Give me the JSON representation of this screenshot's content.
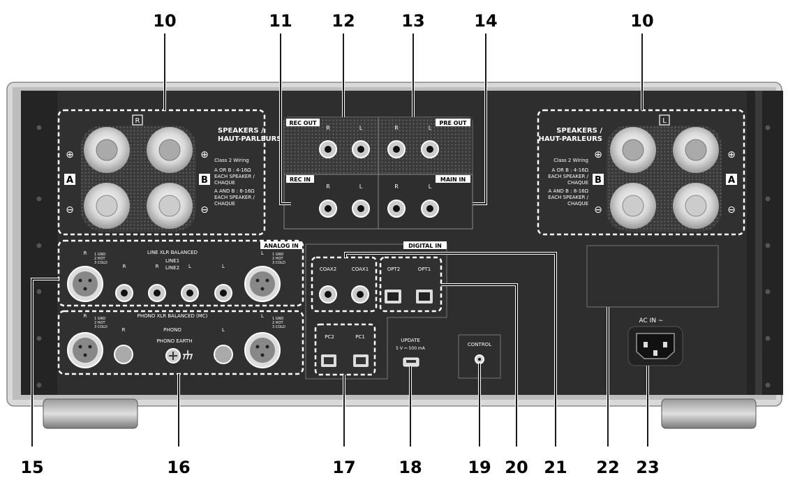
{
  "callouts": {
    "n10_left": "10",
    "n11": "11",
    "n12": "12",
    "n13": "13",
    "n14": "14",
    "n10_right": "10",
    "n15": "15",
    "n16": "16",
    "n17": "17",
    "n18": "18",
    "n19": "19",
    "n20": "20",
    "n21": "21",
    "n22": "22",
    "n23": "23"
  },
  "speakers": {
    "title1": "SPEAKERS /",
    "title2": "HAUT-PARLEURS",
    "wiring": "Class 2 Wiring",
    "aorb1": "A OR B : 4-16Ω",
    "aorb2": "EACH SPEAKER /",
    "aorb3": "CHAQUE",
    "aandb1": "A AND B : 8-16Ω",
    "aandb2": "EACH SPEAKER /",
    "aandb3": "CHAQUE",
    "channel_r": "R",
    "channel_l": "L",
    "terminal_a": "A",
    "terminal_b": "B",
    "plus": "⊕",
    "minus": "⊖"
  },
  "rec_pre": {
    "rec_out": "REC OUT",
    "pre_out": "PRE OUT",
    "rec_in": "REC IN",
    "main_in": "MAIN IN",
    "r": "R",
    "l": "L"
  },
  "analog_in": {
    "title": "ANALOG IN",
    "xlr_title": "LINE XLR BALANCED",
    "line1": "LINE1",
    "line2": "LINE2",
    "pin1": "1 GND",
    "pin2": "2 HOT",
    "pin3": "3 COLD",
    "r": "R",
    "l": "L"
  },
  "phono": {
    "xlr_title": "PHONO XLR BALANCED (MC)",
    "phono": "PHONO",
    "earth": "PHONO EARTH",
    "r": "R",
    "l": "L"
  },
  "digital_in": {
    "title": "DIGITAL IN",
    "coax2": "COAX2",
    "coax1": "COAX1",
    "opt2": "OPT2",
    "opt1": "OPT1",
    "pc2": "PC2",
    "pc1": "PC1"
  },
  "update": {
    "label": "UPDATE",
    "spec": "5 V ⎓ 500 mA"
  },
  "control": {
    "label": "CONTROL"
  },
  "ac_in": {
    "label": "AC IN ∼"
  }
}
